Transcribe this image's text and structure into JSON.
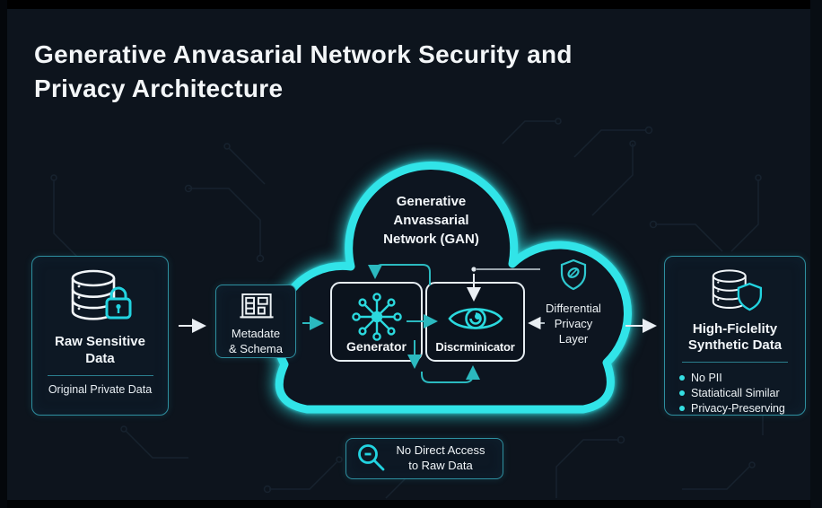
{
  "title": {
    "line1": "Generative Anvasarial Network Security and",
    "line2": "Privacy Architecture"
  },
  "cloud": {
    "label_lines": [
      "Generative",
      "Anvassarial",
      "Network (GAN)"
    ]
  },
  "raw_data_box": {
    "title_line1": "Raw Sensitive",
    "title_line2": "Data",
    "subtitle": "Original Private Data",
    "icon": "database-lock-icon"
  },
  "metadata_box": {
    "line1": "Metadate",
    "line2": "& Schema",
    "icon": "table-board-icon"
  },
  "generator_box": {
    "label": "Generator",
    "icon": "network-hub-icon"
  },
  "discriminator_box": {
    "label": "Discrminicator",
    "icon": "eye-icon"
  },
  "privacy_layer": {
    "line1": "Differential",
    "line2": "Privacy",
    "line3": "Layer",
    "icon": "shield-leaf-icon"
  },
  "synthetic_box": {
    "title_line1": "High-Ficlelity",
    "title_line2": "Synthetic Data",
    "bullets": [
      "No PII",
      "Statiaticall Similar",
      "Privacy-Preserving"
    ],
    "icon": "database-shield-icon"
  },
  "access_box": {
    "line1": "No Direct Access",
    "line2": "to Raw Data",
    "icon": "magnifier-icon"
  },
  "colors": {
    "background": "#0d141d",
    "neon_cyan": "#31e4e8",
    "teal_border": "#2e8fa0",
    "teal_arrow": "#2bb9bf",
    "white_text": "#f2f6f9"
  }
}
